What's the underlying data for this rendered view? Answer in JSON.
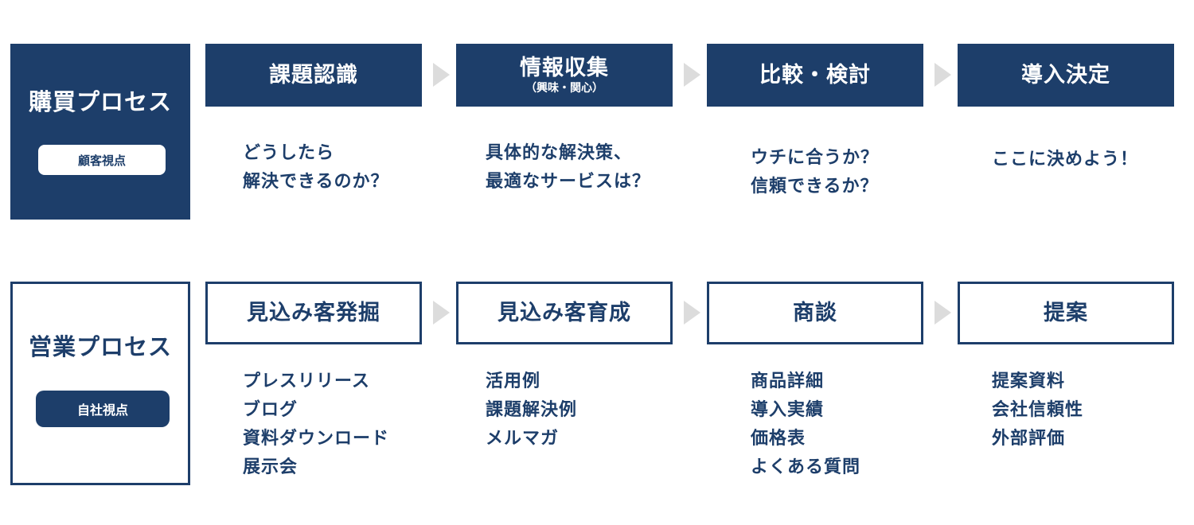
{
  "purchase": {
    "title": "購買プロセス",
    "badge": "顧客視点",
    "steps": [
      {
        "label": "課題認識",
        "sub": ""
      },
      {
        "label": "情報収集",
        "sub": "（興味・関心）"
      },
      {
        "label": "比較・検討",
        "sub": ""
      },
      {
        "label": "導入決定",
        "sub": ""
      }
    ],
    "texts": [
      [
        "どうしたら",
        "解決できるのか？"
      ],
      [
        "具体的な解決策、",
        "最適なサービスは？"
      ],
      [
        "ウチに合うか？",
        "信頼できるか？"
      ],
      [
        "ここに決めよう！"
      ]
    ]
  },
  "sales": {
    "title": "営業プロセス",
    "badge": "自社視点",
    "steps": [
      {
        "label": "見込み客発掘"
      },
      {
        "label": "見込み客育成"
      },
      {
        "label": "商談"
      },
      {
        "label": "提案"
      }
    ],
    "lists": [
      [
        "プレスリリース",
        "ブログ",
        "資料ダウンロード",
        "展示会"
      ],
      [
        "活用例",
        "課題解決例",
        "メルマガ"
      ],
      [
        "商品詳細",
        "導入実績",
        "価格表",
        "よくある質問"
      ],
      [
        "提案資料",
        "会社信頼性",
        "外部評価"
      ]
    ]
  },
  "colors": {
    "navy": "#1d3e6a",
    "arrow": "#dcdcdc"
  }
}
